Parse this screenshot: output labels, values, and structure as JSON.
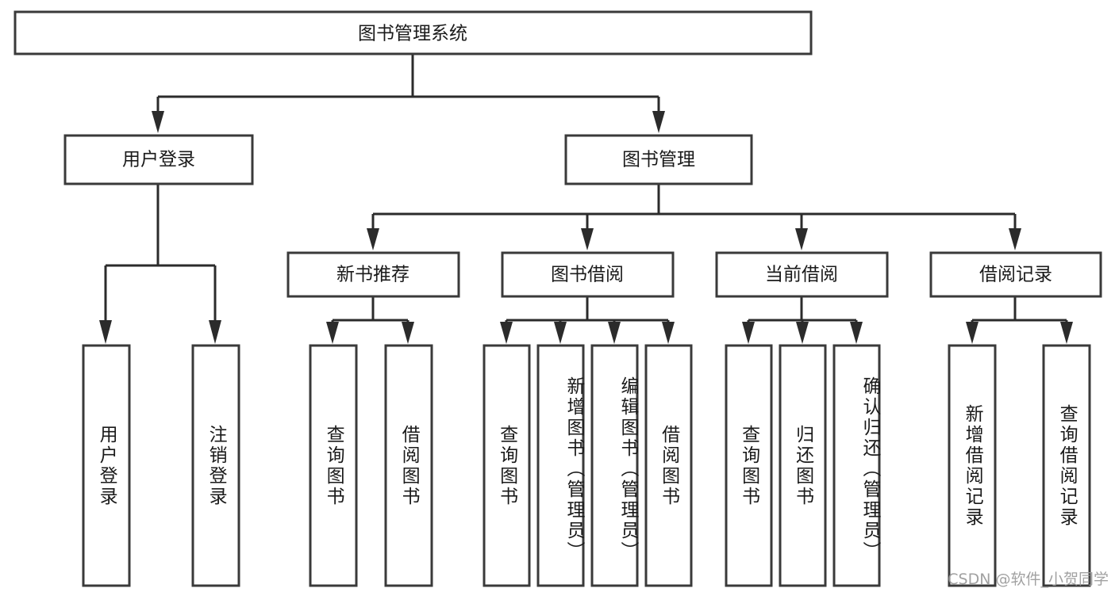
{
  "diagram": {
    "type": "tree-hierarchy",
    "title": "图书管理系统",
    "orientation": "top-down",
    "background_color": "#ffffff",
    "box_stroke_color": "#3a3a3a",
    "connector_color": "#2b2b2b",
    "text_color": "#1a1a1a"
  },
  "root": {
    "label": "图书管理系统"
  },
  "level2": [
    {
      "label": "用户登录"
    },
    {
      "label": "图书管理"
    }
  ],
  "level3": [
    {
      "label": "新书推荐"
    },
    {
      "label": "图书借阅"
    },
    {
      "label": "当前借阅"
    },
    {
      "label": "借阅记录"
    }
  ],
  "leaves": {
    "user_login": [
      {
        "label": "用户登录"
      },
      {
        "label": "注销登录"
      }
    ],
    "new_book_recommend": [
      {
        "label": "查询图书"
      },
      {
        "label": "借阅图书"
      }
    ],
    "book_borrow": [
      {
        "label": "查询图书"
      },
      {
        "label": "新增图书（管理员）"
      },
      {
        "label": "编辑图书（管理员）"
      },
      {
        "label": "借阅图书"
      }
    ],
    "current_borrow": [
      {
        "label": "查询图书"
      },
      {
        "label": "归还图书"
      },
      {
        "label": "确认归还（管理员）"
      }
    ],
    "borrow_record": [
      {
        "label": "新增借阅记录"
      },
      {
        "label": "查询借阅记录"
      }
    ]
  },
  "watermark": {
    "text": "CSDN @软件_小贺同学"
  }
}
